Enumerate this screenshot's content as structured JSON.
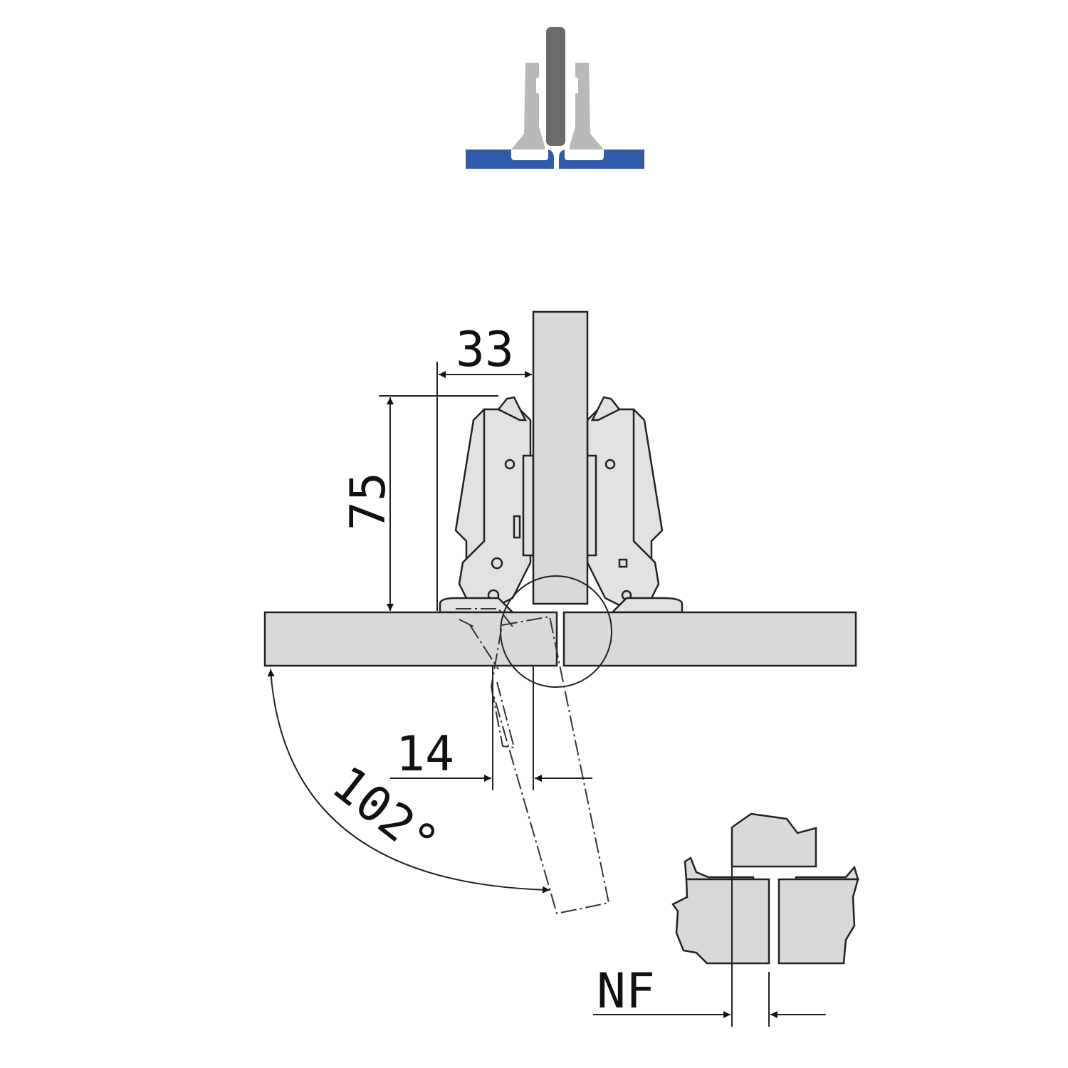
{
  "icon": {
    "name": "hinge-type-icon",
    "colors": {
      "panel": "#2f5ba8",
      "door": "#6b6b6b",
      "hinge": "#b9b9b9"
    }
  },
  "dimensions": {
    "overlay_width": "33",
    "cup_height": "75",
    "door_offset": "14",
    "opening_angle": "102°",
    "gap_label": "NF"
  },
  "colors": {
    "part_fill": "#d9d9d9",
    "line": "#222222"
  }
}
